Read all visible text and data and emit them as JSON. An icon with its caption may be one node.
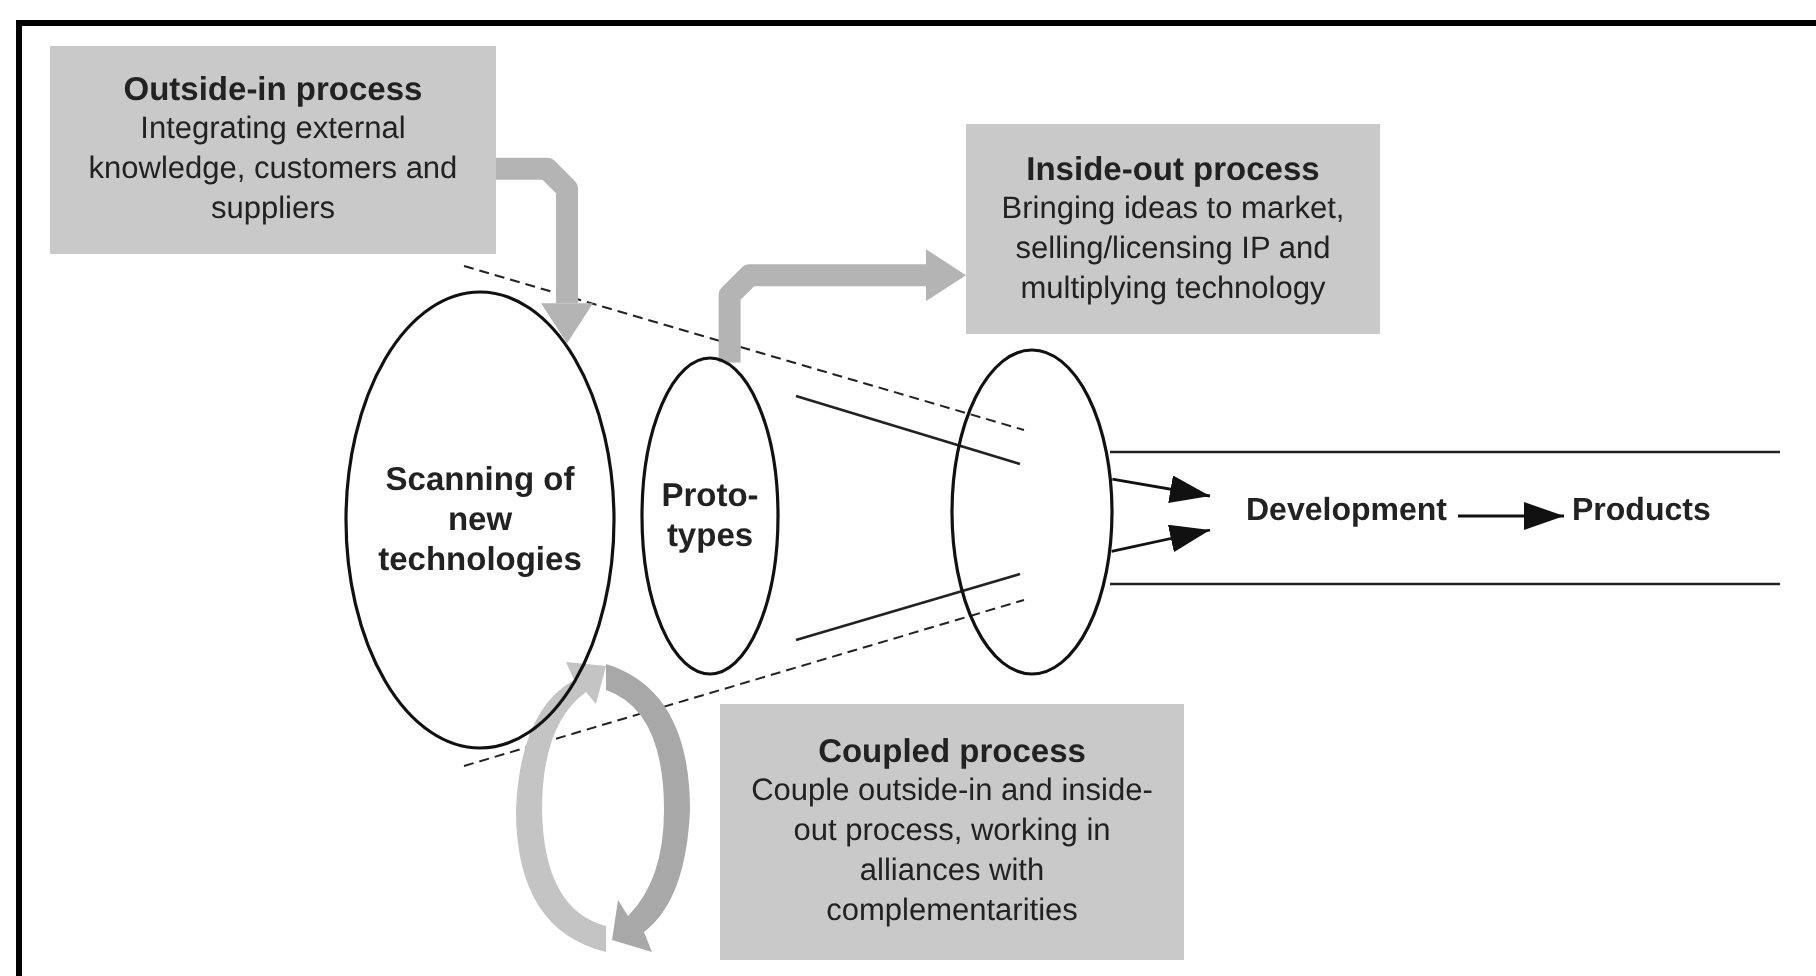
{
  "diagram": {
    "nodes": [
      {
        "text": [
          "Outside-in process",
          "Integrating external knowledge, customers and suppliers"
        ]
      },
      {
        "text": [
          "Scanning of new technologies"
        ]
      },
      {
        "text": [
          "Proto- types"
        ]
      },
      {
        "text": [
          "Inside-out process",
          "Bringing ideas to market, selling/licensing IP and multiplying technology"
        ]
      },
      {
        "text": [],
        "shape": "circle"
      },
      {
        "text": [
          "Development"
        ]
      },
      {
        "text": [
          "Products"
        ]
      },
      {
        "text": [
          "Coupled process",
          "Couple outside-in and inside-out process, working in alliances with complementarities"
        ]
      }
    ],
    "edges": [
      {
        "from": 0,
        "to": 1,
        "arrow": "to",
        "style": "thick",
        "color": "#b4b4b4"
      },
      {
        "from": 2,
        "to": 3,
        "arrow": "to",
        "style": "thick",
        "color": "#b4b4b4"
      },
      {
        "from": 4,
        "to": 5,
        "arrow": "to"
      },
      {
        "from": 4,
        "to": 5,
        "arrow": "to"
      },
      {
        "from": 5,
        "to": 6,
        "arrow": "to"
      }
    ]
  }
}
